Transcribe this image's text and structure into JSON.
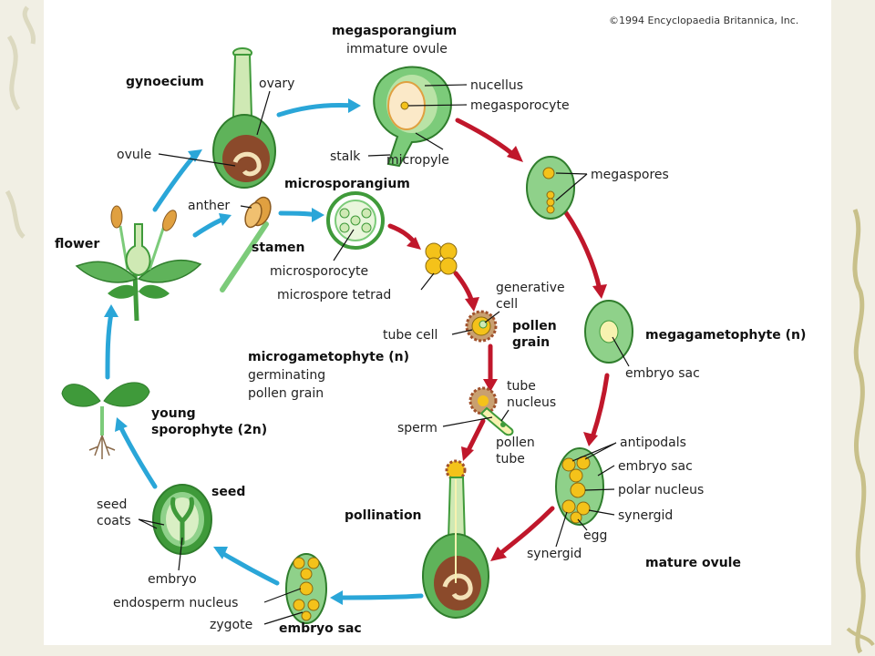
{
  "copyright": "©1994 Encyclopaedia Britannica, Inc.",
  "labels": {
    "megasporangium": "megasporangium",
    "immature_ovule": "immature ovule",
    "nucellus": "nucellus",
    "megasporocyte": "megasporocyte",
    "stalk": "stalk",
    "micropyle": "micropyle",
    "gynoecium": "gynoecium",
    "ovary": "ovary",
    "ovule": "ovule",
    "megaspores": "megaspores",
    "microsporangium": "microsporangium",
    "anther": "anther",
    "flower": "flower",
    "stamen": "stamen",
    "microsporocyte": "microsporocyte",
    "microspore_tetrad": "microspore tetrad",
    "generative": "generative",
    "cell": "cell",
    "tube_cell": "tube cell",
    "pollen": "pollen",
    "grain": "grain",
    "megagametophyte": "megagametophyte (n)",
    "microgametophyte": "microgametophyte (n)",
    "germinating": "germinating",
    "pollen_grain": "pollen grain",
    "embryo_sac_1": "embryo sac",
    "tube": "tube",
    "nucleus": "nucleus",
    "young": "young",
    "sporophyte": "sporophyte (2n)",
    "sperm": "sperm",
    "pollen2": "pollen",
    "tube2": "tube",
    "antipodals": "antipodals",
    "embryo_sac_2": "embryo sac",
    "polar_nucleus": "polar nucleus",
    "synergid_1": "synergid",
    "egg": "egg",
    "synergid_2": "synergid",
    "seed": "seed",
    "seed_coats_1": "seed",
    "seed_coats_2": "coats",
    "pollination": "pollination",
    "embryo": "embryo",
    "endosperm_nucleus": "endosperm nucleus",
    "zygote": "zygote",
    "embryo_sac_3": "embryo sac",
    "mature_ovule": "mature ovule"
  },
  "colors": {
    "arrow_blue": "#2aa6d8",
    "arrow_red": "#c0172b",
    "plant_green": "#3f9a3a",
    "light_green": "#cfe9b4",
    "ovary_brown": "#8b4a2b",
    "cell_yellow": "#f4c21a",
    "tan": "#e0a040"
  }
}
